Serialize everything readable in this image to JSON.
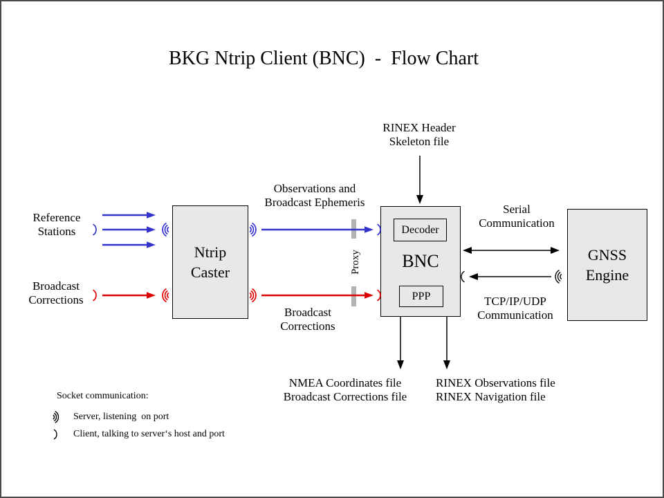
{
  "title": "BKG Ntrip Client (BNC)  -  Flow Chart",
  "nodes": {
    "ntrip_caster": {
      "label": "Ntrip\nCaster"
    },
    "bnc": {
      "label": "BNC",
      "decoder_label": "Decoder",
      "ppp_label": "PPP"
    },
    "gnss_engine": {
      "label": "GNSS\nEngine"
    }
  },
  "labels": {
    "reference_stations": "Reference\nStations",
    "broadcast_corrections_left": "Broadcast\nCorrections",
    "observations": "Observations and\nBroadcast Ephemeris",
    "broadcast_corrections_mid": "Broadcast\nCorrections",
    "rinex_header": "RINEX Header\nSkeleton file",
    "serial_comm": "Serial\nCommunication",
    "tcpip_comm": "TCP/IP/UDP\nCommunication",
    "nmea_files": "NMEA Coordinates file\nBroadcast Corrections file",
    "rinex_files": "RINEX Observations file\nRINEX Navigation file",
    "proxy": "Proxy"
  },
  "legend": {
    "heading": "Socket communication:",
    "server": "Server, listening  on port",
    "client": "Client, talking to server‘s host and port"
  },
  "icons": {
    "server_socket": ")))",
    "client_socket": ")"
  },
  "colors": {
    "blue": "#3333cc",
    "red": "#dd0000",
    "black": "#000000",
    "box_fill": "#e8e8e8",
    "proxy_bar": "#b3b3b3",
    "frame": "#4a4a4a"
  }
}
